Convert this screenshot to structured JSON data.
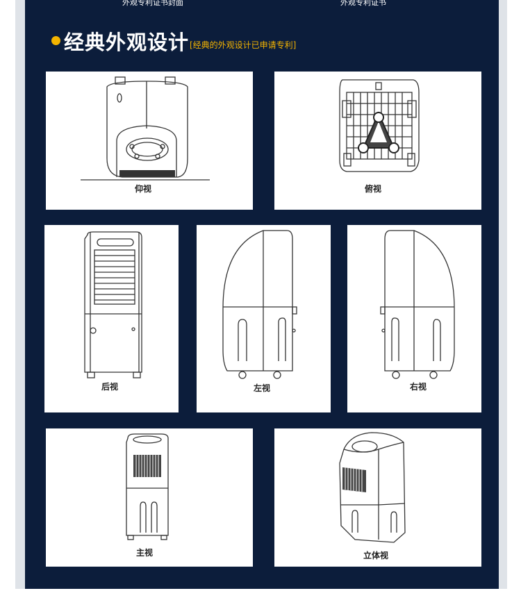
{
  "top_captions": {
    "left": "外观专利证书封面",
    "right": "外观专利证书"
  },
  "section": {
    "title": "经典外观设计",
    "subtitle": "[经典的外观设计已申请专利]"
  },
  "colors": {
    "panel_bg": "#0c1d3b",
    "accent": "#f4b400",
    "title": "#ffffff"
  },
  "views": {
    "bottom": "仰视",
    "top": "俯视",
    "back": "后视",
    "left": "左视",
    "right": "右视",
    "front": "主视",
    "iso": "立体视"
  }
}
